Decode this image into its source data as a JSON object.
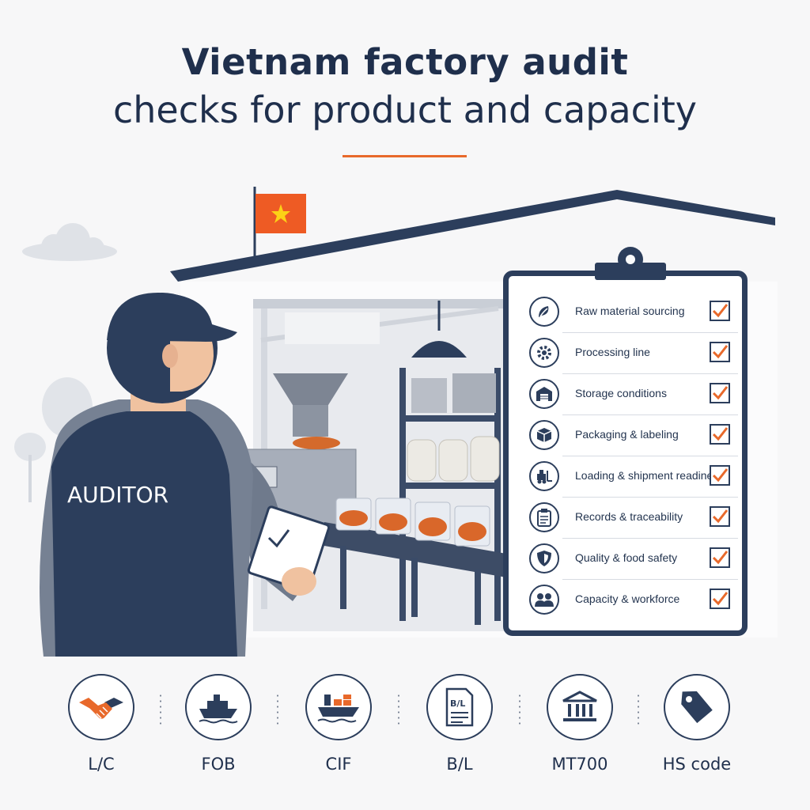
{
  "title": {
    "line1": "Vietnam factory audit",
    "line2": "checks for product and capacity"
  },
  "auditor": {
    "vest_label": "AUDITOR"
  },
  "checklist": {
    "items": [
      {
        "label": "Raw material sourcing",
        "icon": "leaf-icon",
        "checked": true
      },
      {
        "label": "Processing line",
        "icon": "gear-icon",
        "checked": true
      },
      {
        "label": "Storage conditions",
        "icon": "warehouse-icon",
        "checked": true
      },
      {
        "label": "Packaging & labeling",
        "icon": "box-icon",
        "checked": true
      },
      {
        "label": "Loading & shipment readiness",
        "icon": "forklift-icon",
        "checked": true
      },
      {
        "label": "Records & traceability",
        "icon": "clipboard-icon",
        "checked": true
      },
      {
        "label": "Quality & food safety",
        "icon": "shield-icon",
        "checked": true
      },
      {
        "label": "Capacity & workforce",
        "icon": "people-icon",
        "checked": true
      }
    ]
  },
  "terms": [
    {
      "label": "L/C",
      "icon": "handshake-icon"
    },
    {
      "label": "FOB",
      "icon": "ship-icon"
    },
    {
      "label": "CIF",
      "icon": "cargo-ship-icon"
    },
    {
      "label": "B/L",
      "icon": "bill-of-lading-icon",
      "icon_text": "B/L"
    },
    {
      "label": "MT700",
      "icon": "bank-icon"
    },
    {
      "label": "HS code",
      "icon": "tag-icon"
    }
  ],
  "colors": {
    "navy": "#2c3e5c",
    "accent": "#e8692b",
    "background": "#f7f7f8"
  }
}
